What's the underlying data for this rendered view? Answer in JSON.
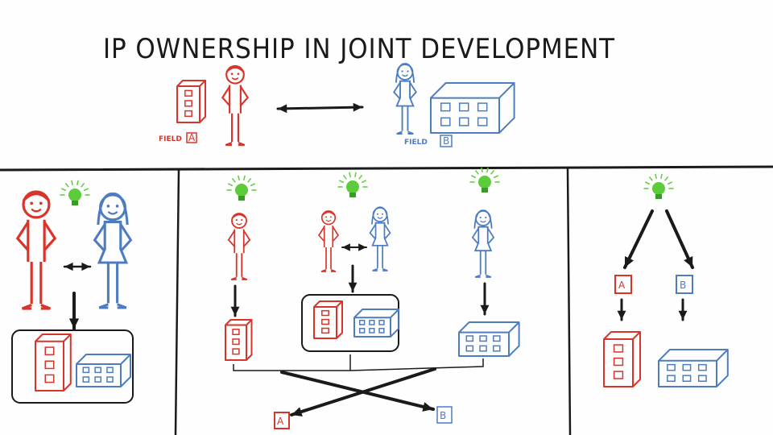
{
  "title": "IP OWNERSHIP IN JOINT DEVELOPMENT",
  "top": {
    "field_a": {
      "word": "FIELD",
      "letter": "A"
    },
    "field_b": {
      "word": "FIELD",
      "letter": "B"
    }
  },
  "panel3": {
    "label_a": "A",
    "label_b": "B"
  },
  "panel4": {
    "label_a": "A",
    "label_b": "B"
  },
  "colors": {
    "red": "#d8342a",
    "blue": "#4d7dc0",
    "green": "#5ccc3a",
    "ink": "#1a1a1a"
  }
}
